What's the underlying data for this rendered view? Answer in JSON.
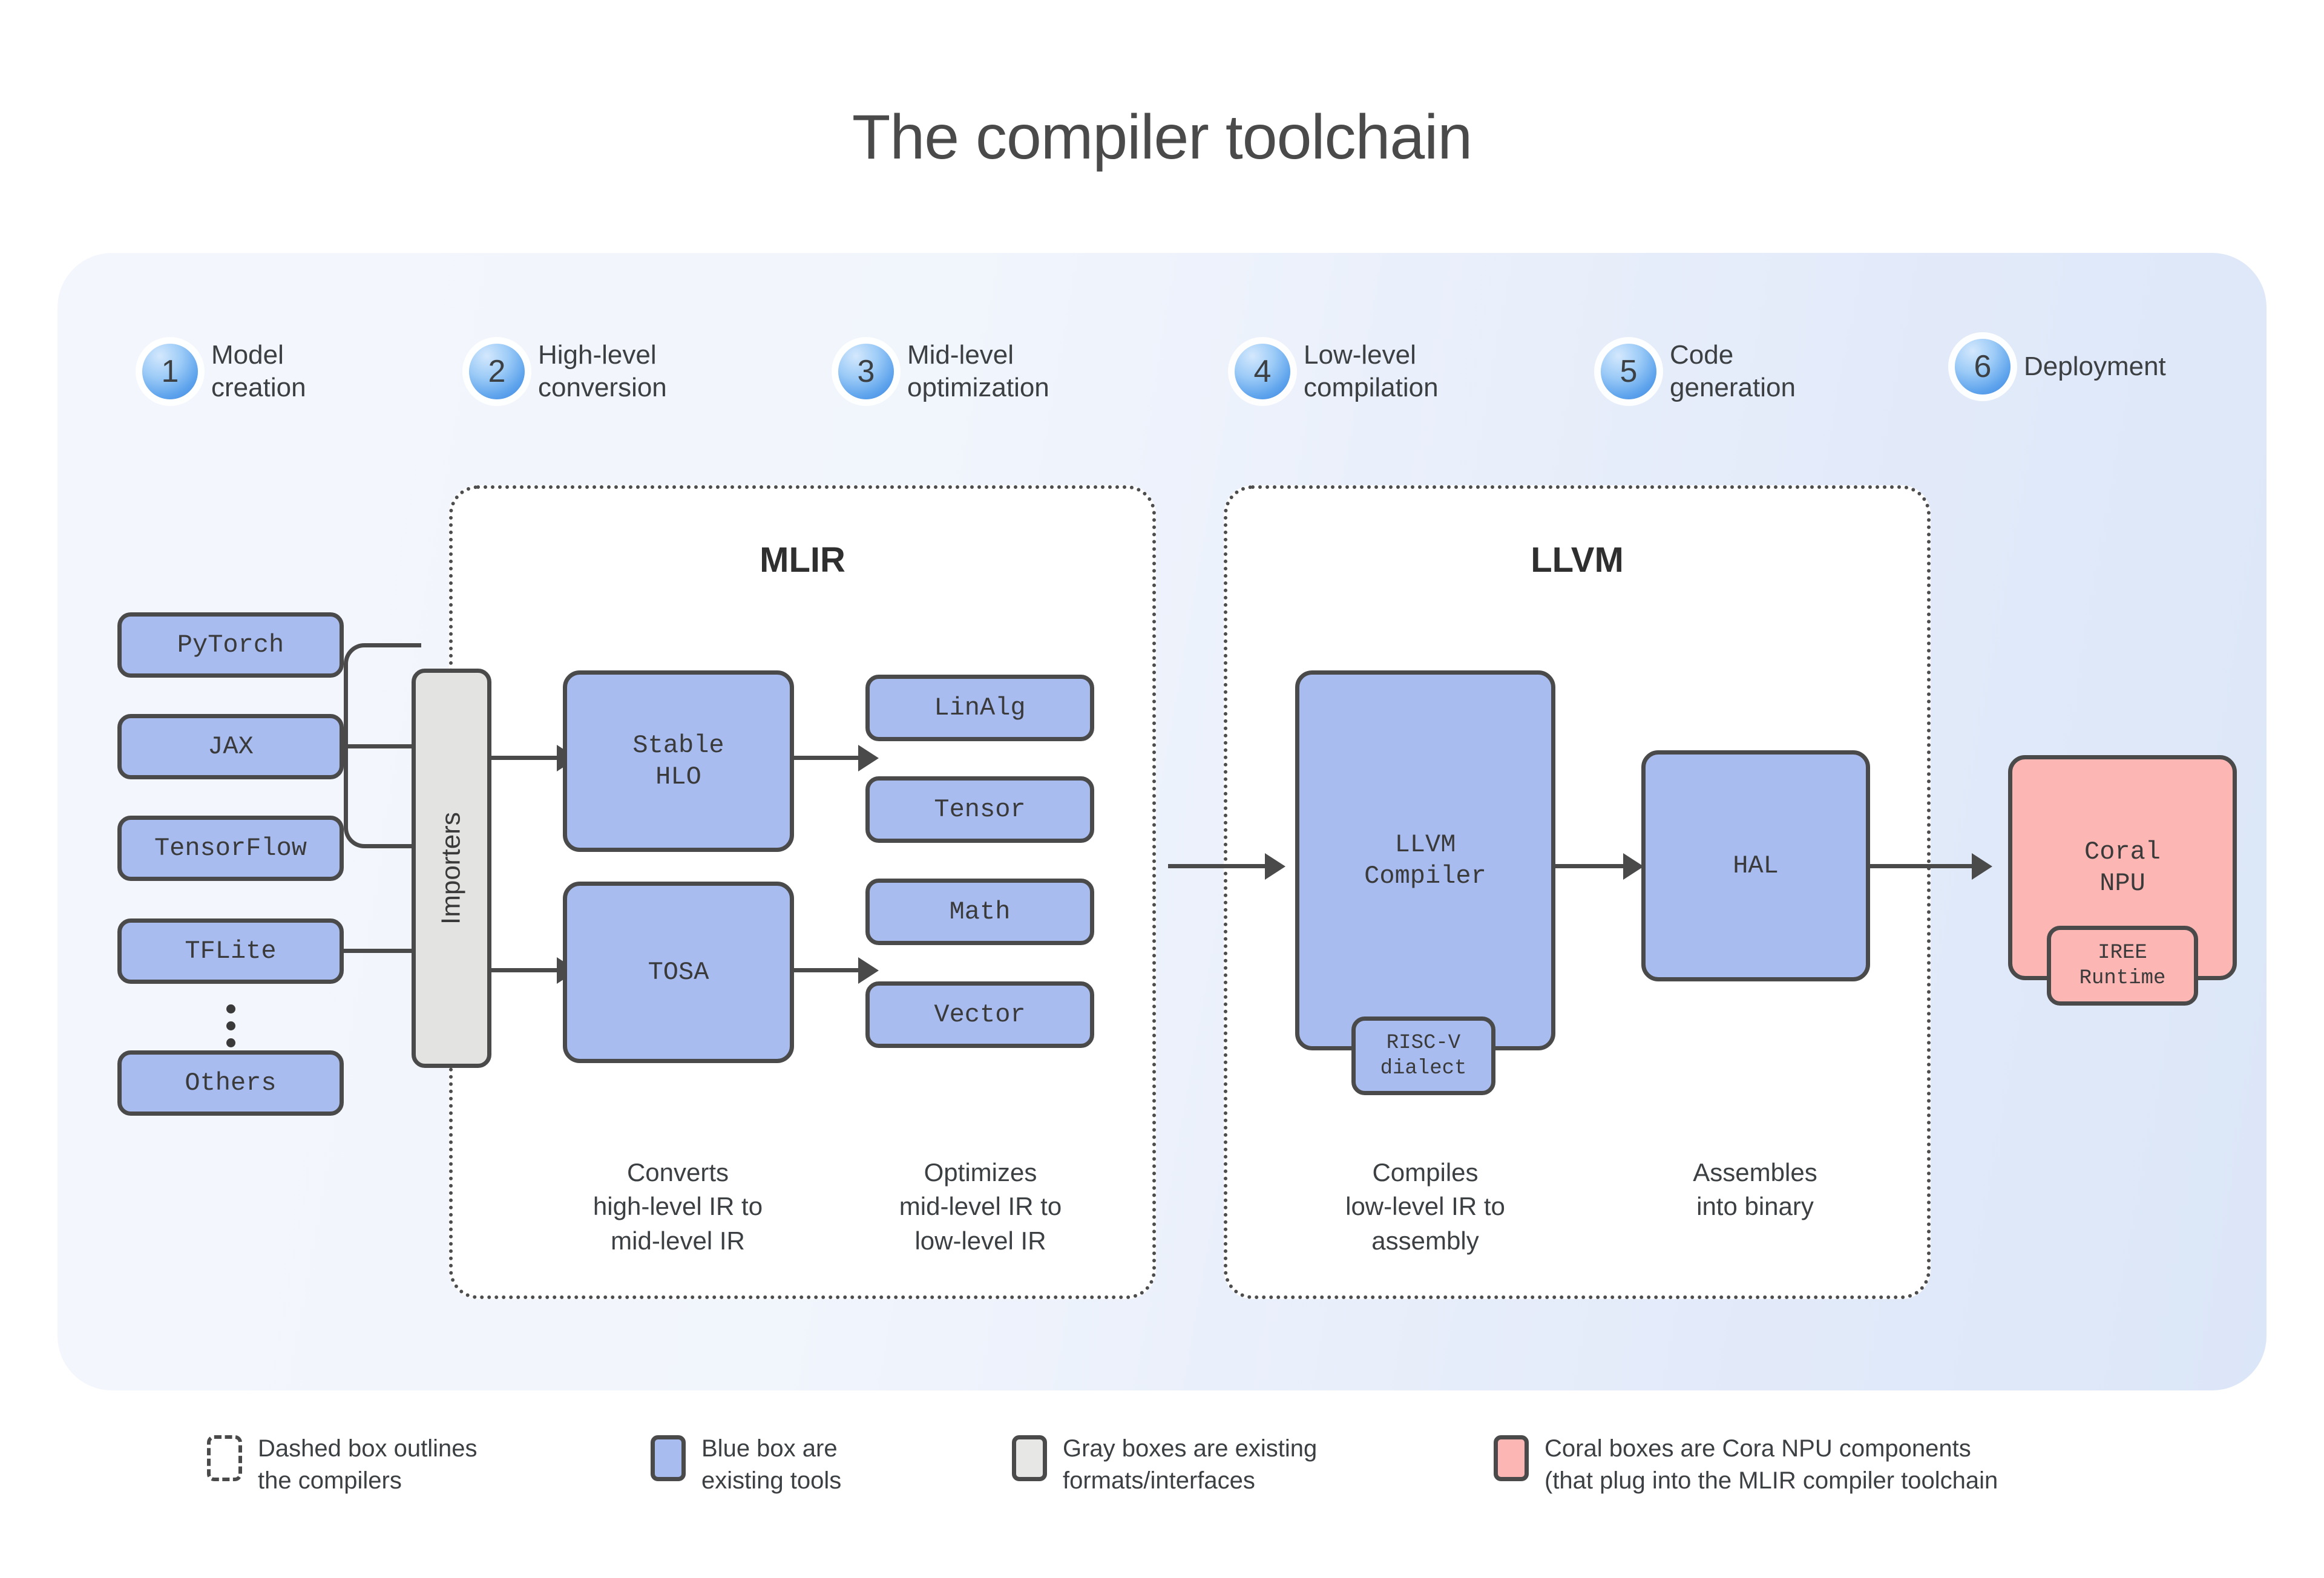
{
  "title": "The compiler toolchain",
  "steps": [
    {
      "num": "1",
      "label": "Model\ncreation"
    },
    {
      "num": "2",
      "label": "High-level\nconversion"
    },
    {
      "num": "3",
      "label": "Mid-level\noptimization"
    },
    {
      "num": "4",
      "label": "Low-level\ncompilation"
    },
    {
      "num": "5",
      "label": "Code\ngeneration"
    },
    {
      "num": "6",
      "label": "Deployment"
    }
  ],
  "frameworks": [
    {
      "label": "PyTorch"
    },
    {
      "label": "JAX"
    },
    {
      "label": "TensorFlow"
    },
    {
      "label": "TFLite"
    },
    {
      "label": "Others"
    }
  ],
  "importers": {
    "label": "Importers"
  },
  "mlir": {
    "title": "MLIR",
    "inputs": [
      {
        "label": "Stable\nHLO"
      },
      {
        "label": "TOSA"
      }
    ],
    "dialects": [
      {
        "label": "LinAlg"
      },
      {
        "label": "Tensor"
      },
      {
        "label": "Math"
      },
      {
        "label": "Vector"
      }
    ],
    "captions": [
      "Converts\nhigh-level IR to\nmid-level IR",
      "Optimizes\nmid-level IR to\nlow-level IR"
    ]
  },
  "llvm": {
    "title": "LLVM",
    "compiler": {
      "label": "LLVM\nCompiler"
    },
    "dialect_badge": {
      "label": "RISC-V\ndialect"
    },
    "hal": {
      "label": "HAL"
    },
    "captions": [
      "Compiles\nlow-level IR to\nassembly",
      "Assembles\ninto binary"
    ]
  },
  "target": {
    "npu": {
      "label": "Coral\nNPU"
    },
    "runtime": {
      "label": "IREE\nRuntime"
    }
  },
  "legend": [
    {
      "swatch": "dashed",
      "text": "Dashed box outlines\nthe compilers"
    },
    {
      "swatch": "blue",
      "text": "Blue box are\nexisting tools"
    },
    {
      "swatch": "gray",
      "text": "Gray boxes are existing\nformats/interfaces"
    },
    {
      "swatch": "coral",
      "text": "Coral boxes are Cora NPU components\n(that plug into the MLIR compiler toolchain"
    }
  ],
  "colors": {
    "blue_box": "#a8bcf0",
    "gray_box": "#e3e3e1",
    "coral_box": "#fcb6b4",
    "stroke": "#4a4a4a",
    "panel_from": "#f4f6fd",
    "panel_to": "#dbe6f8",
    "text": "#3c4043"
  }
}
